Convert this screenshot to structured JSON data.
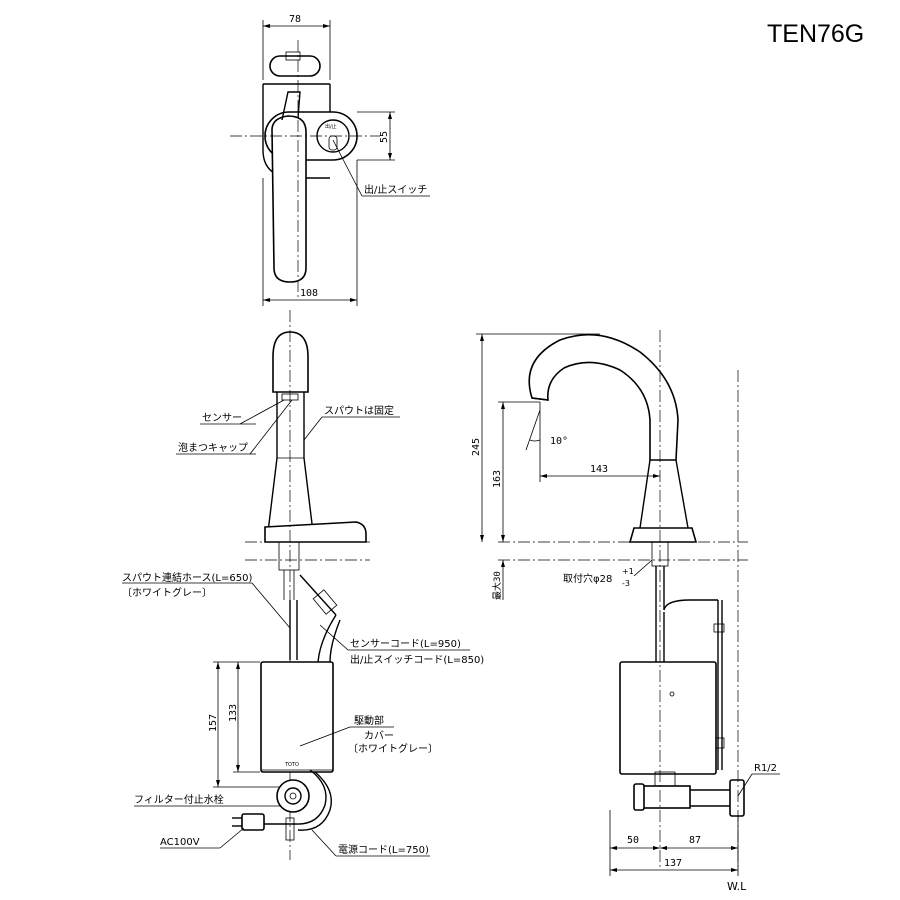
{
  "title": "TEN76G",
  "top_view": {
    "dim_width": "78",
    "dim_height": "55",
    "dim_length": "108",
    "switch_label": "出/止スイッチ",
    "switch_text": "出/止"
  },
  "front_view": {
    "sensor": "センサー",
    "aerator_cap": "泡まつキャップ",
    "spout_fixed": "スパウトは固定",
    "hose_line1": "スパウト連結ホース(L=650)",
    "hose_line2": "〔ホワイトグレー〕",
    "sensor_cord": "センサーコード(L=950)",
    "switch_cord": "出/止スイッチコード(L=850)",
    "drive_unit": "駆動部",
    "cover_line1": "カバー",
    "cover_line2": "〔ホワイトグレー〕",
    "filter_valve": "フィルター付止水栓",
    "ac": "AC100V",
    "power_cord": "電源コード(L=750)",
    "dim_157": "157",
    "dim_133": "133",
    "brand": "TOTO"
  },
  "side_view": {
    "dim_245": "245",
    "dim_163": "163",
    "angle": "10°",
    "dim_143": "143",
    "max_label": "最大30",
    "hole_label": "取付穴φ28",
    "hole_tol_plus": "+1",
    "hole_tol_minus": "-3",
    "r12": "R1/2",
    "dim_50": "50",
    "dim_87": "87",
    "dim_137": "137",
    "wl": "W.L"
  }
}
